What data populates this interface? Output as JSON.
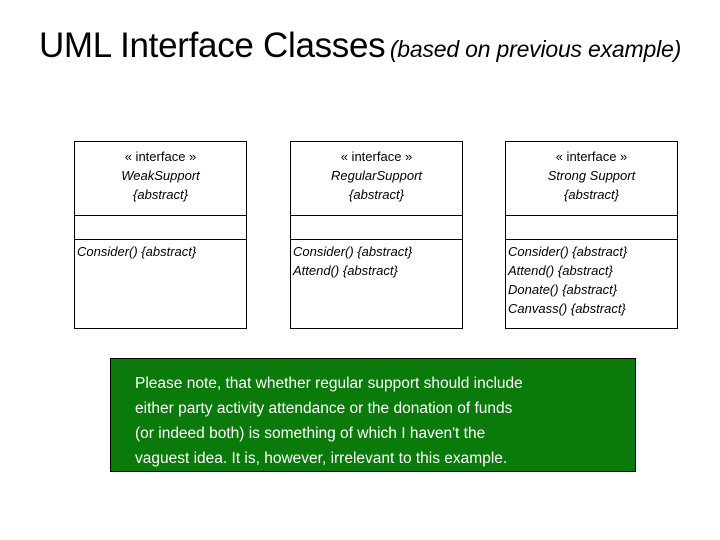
{
  "slide": {
    "title_main": "UML Interface Classes",
    "title_sub": "(based on previous example)",
    "accent_color": "#0a7a0a",
    "border_color": "#000000",
    "background_color": "#ffffff"
  },
  "classes": [
    {
      "stereotype": "« interface »",
      "name": "WeakSupport",
      "abstract_marker": "{abstract}",
      "attributes": [],
      "operations": [
        "Consider() {abstract}"
      ]
    },
    {
      "stereotype": "« interface »",
      "name": "RegularSupport",
      "abstract_marker": "{abstract}",
      "attributes": [],
      "operations": [
        "Consider() {abstract}",
        "Attend() {abstract}"
      ]
    },
    {
      "stereotype": "« interface »",
      "name": "Strong Support",
      "abstract_marker": "{abstract}",
      "attributes": [],
      "operations": [
        "Consider() {abstract}",
        "Attend() {abstract}",
        "Donate() {abstract}",
        "Canvass() {abstract}"
      ]
    }
  ],
  "note": {
    "lines": [
      "Please note, that whether regular support should include",
      "either party activity attendance or the donation of funds",
      "(or indeed both) is something of which I haven't the",
      "vaguest idea. It is, however, irrelevant to this example."
    ]
  }
}
